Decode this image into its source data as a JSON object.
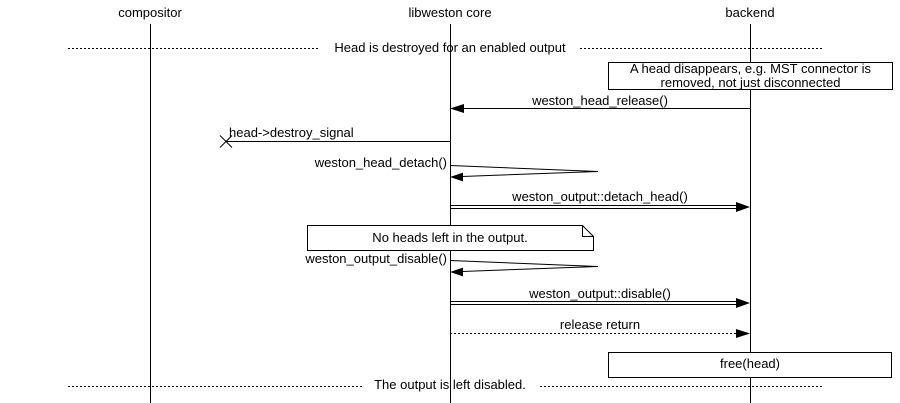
{
  "diagram": {
    "type": "sequence-diagram",
    "colors": {
      "line": "#000000",
      "background": "#ffffff",
      "text": "#000000"
    },
    "entities": [
      {
        "label": "compositor"
      },
      {
        "label": "libweston core"
      },
      {
        "label": "backend"
      }
    ],
    "dividers": [
      {
        "label": "Head is destroyed for an enabled output"
      },
      {
        "label": "The output is left disabled."
      }
    ],
    "notes": [
      {
        "label": "A head disappears, e.g. MST connector is removed, not just disconnected",
        "attached_to": "backend"
      },
      {
        "label": "No heads left in the output.",
        "attached_to": "libweston core"
      }
    ],
    "action_boxes": [
      {
        "label": "free(head)",
        "attached_to": "backend"
      }
    ],
    "messages": [
      {
        "label": "weston_head_release()",
        "from": "backend",
        "to": "libweston core",
        "type": "call"
      },
      {
        "label": "head->destroy_signal",
        "from": "libweston core",
        "to": "compositor",
        "type": "lost"
      },
      {
        "label": "weston_head_detach()",
        "from": "libweston core",
        "to": "libweston core",
        "type": "self"
      },
      {
        "label": "weston_output::detach_head()",
        "from": "libweston core",
        "to": "backend",
        "type": "method"
      },
      {
        "label": "weston_output_disable()",
        "from": "libweston core",
        "to": "libweston core",
        "type": "self"
      },
      {
        "label": "weston_output::disable()",
        "from": "libweston core",
        "to": "backend",
        "type": "method"
      },
      {
        "label": "release return",
        "from": "libweston core",
        "to": "backend",
        "type": "return"
      }
    ]
  }
}
